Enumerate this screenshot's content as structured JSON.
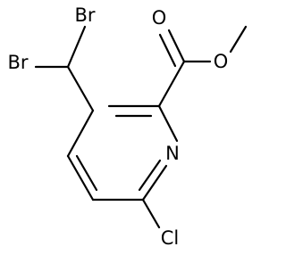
{
  "molecule": {
    "atoms": {
      "br_top": "Br",
      "br_left": "Br",
      "carbonyl_o": "O",
      "ester_o": "O",
      "ring_n": "N",
      "cl": "Cl"
    }
  }
}
